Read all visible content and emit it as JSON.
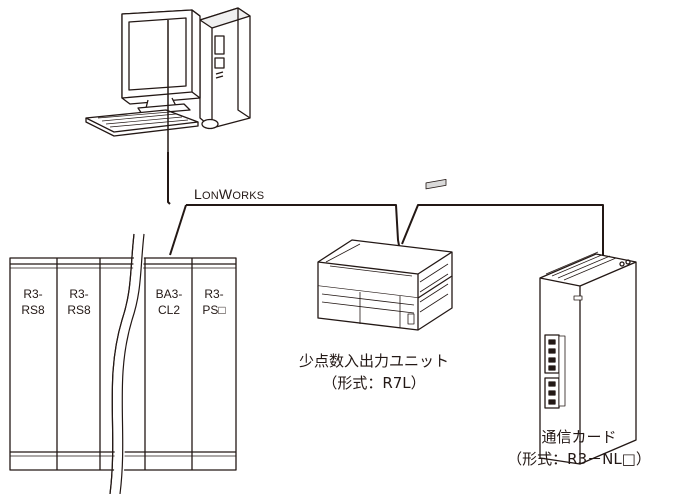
{
  "network": {
    "label_prefix_L": "L",
    "label_on": "ON",
    "label_prefix_W": "W",
    "label_orks": "ORKS"
  },
  "rack": {
    "modules": [
      {
        "line1": "R3-",
        "line2": "RS8"
      },
      {
        "line1": "R3-",
        "line2": "RS8"
      },
      {
        "line1": "BA3-",
        "line2": "CL2"
      },
      {
        "line1": "R3-",
        "line2": "PS□"
      }
    ]
  },
  "r7l": {
    "caption_line1": "少点数入出力ユニット",
    "caption_line2": "（形式：R7L）"
  },
  "card": {
    "caption_line1": "通信カード",
    "caption_line2": "（形式：R3－NL□）"
  },
  "colors": {
    "line": "#231815",
    "fill_light": "#ffffff",
    "fill_shade": "#d9d9d9"
  },
  "icons": [
    "computer-icon",
    "io-unit-icon",
    "communication-card-icon",
    "rack-icon"
  ]
}
